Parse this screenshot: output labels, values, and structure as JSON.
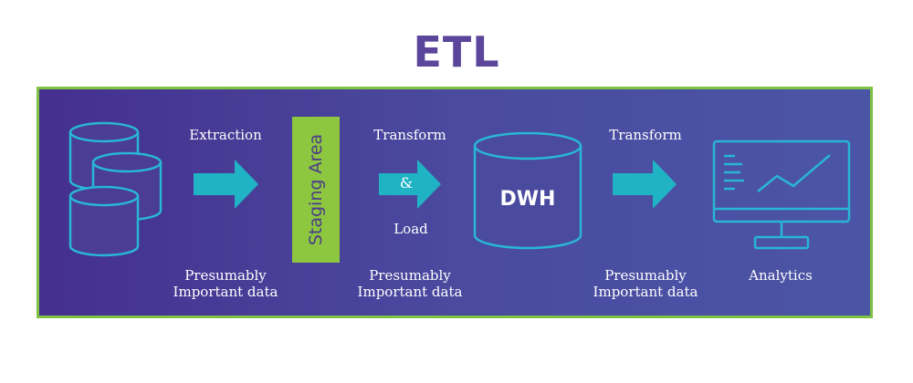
{
  "title": "ETL",
  "steps": {
    "extraction": {
      "top_label": "Extraction",
      "bottom_label_line1": "Presumably",
      "bottom_label_line2": "Important data"
    },
    "staging": {
      "label": "Staging Area"
    },
    "transform_load": {
      "top_label": "Transform",
      "mid_label": "&",
      "bottom_inner_label": "Load",
      "bottom_label_line1": "Presumably",
      "bottom_label_line2": "Important data"
    },
    "dwh": {
      "label": "DWH"
    },
    "transform2": {
      "top_label": "Transform",
      "bottom_label_line1": "Presumably",
      "bottom_label_line2": "Important data"
    },
    "analytics": {
      "label": "Analytics"
    }
  },
  "colors": {
    "title": "#5b469c",
    "panel_border": "#7dc243",
    "panel_bg_start": "#452f8f",
    "panel_bg_end": "#4b55a6",
    "outline": "#29b6d4",
    "arrow": "#1fb3c4",
    "staging_bg": "#8dc63f",
    "text": "#ffffff"
  },
  "icons": {
    "sources": "database-stack-icon",
    "arrows": "right-arrow-icon",
    "warehouse": "cylinder-icon",
    "analytics": "monitor-chart-icon"
  }
}
